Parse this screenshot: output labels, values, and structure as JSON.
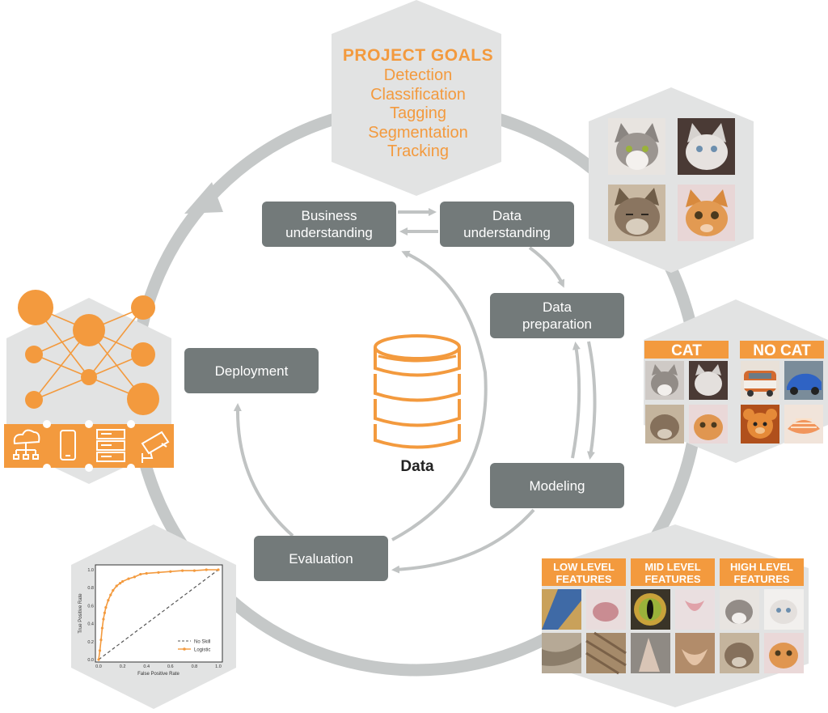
{
  "goals": {
    "title": "PROJECT GOALS",
    "items": [
      "Detection",
      "Classification",
      "Tagging",
      "Segmentation",
      "Tracking"
    ]
  },
  "stages": {
    "business": [
      "Business",
      "understanding"
    ],
    "data_understanding": [
      "Data",
      "understanding"
    ],
    "data_preparation": [
      "Data",
      "preparation"
    ],
    "modeling": "Modeling",
    "evaluation": "Evaluation",
    "deployment": "Deployment"
  },
  "center_label": "Data",
  "classification_panel": {
    "cat": "CAT",
    "no_cat": "NO CAT"
  },
  "features_panel": {
    "low": [
      "LOW LEVEL",
      "FEATURES"
    ],
    "mid": [
      "MID LEVEL",
      "FEATURES"
    ],
    "high": [
      "HIGH LEVEL",
      "FEATURES"
    ]
  },
  "deployment_targets": [
    "cloud-network-icon",
    "smartphone-icon",
    "server-icon",
    "security-camera-icon"
  ],
  "roc_chart": {
    "xlabel": "False Positive Rate",
    "ylabel": "True Positive Rate",
    "ticks": [
      "0.0",
      "0.2",
      "0.4",
      "0.6",
      "0.8",
      "1.0"
    ],
    "legend": [
      "No Skill",
      "Logistic"
    ],
    "no_skill": {
      "x": [
        0,
        1
      ],
      "y": [
        0,
        1
      ]
    },
    "logistic": {
      "x": [
        0,
        0.01,
        0.02,
        0.03,
        0.04,
        0.05,
        0.06,
        0.08,
        0.1,
        0.12,
        0.15,
        0.18,
        0.2,
        0.25,
        0.3,
        0.35,
        0.4,
        0.5,
        0.6,
        0.7,
        0.8,
        0.9,
        1.0
      ],
      "y": [
        0,
        0.1,
        0.22,
        0.35,
        0.45,
        0.52,
        0.58,
        0.66,
        0.72,
        0.77,
        0.82,
        0.85,
        0.87,
        0.9,
        0.92,
        0.95,
        0.96,
        0.97,
        0.98,
        0.99,
        0.99,
        1.0,
        1.0
      ]
    }
  },
  "colors": {
    "accent": "#f39a3e",
    "box": "#737a7a",
    "hex": "#e2e3e3",
    "ring": "#c5c8c8",
    "arrow": "#c0c3c3"
  }
}
